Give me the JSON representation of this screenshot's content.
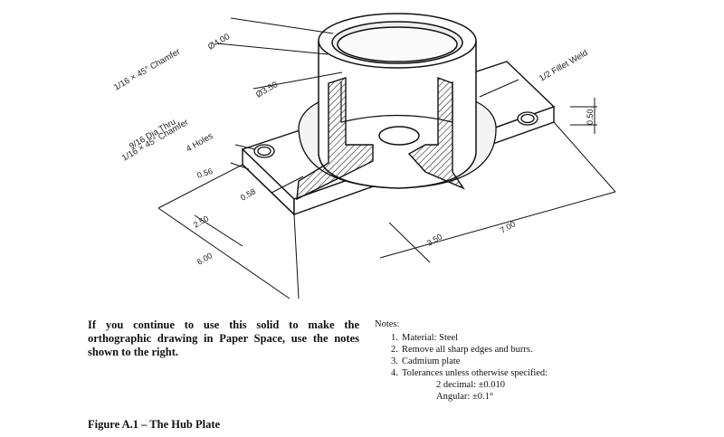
{
  "figure": {
    "callouts": {
      "chamfer_top": "1/16 × 45° Chamfer",
      "dia_outer": "Ø4.00",
      "dia_inner": "Ø3.50",
      "holes_line1": "9/16 Dia Thru",
      "holes_line2": "1/16 × 45° Chamfer",
      "holes_line3": "4 Holes",
      "fillet": "1/2 Fillet Weld"
    },
    "dimensions": {
      "d_050": "0.50",
      "d_056": "0.56",
      "d_058": "0.58",
      "d_250": "2.50",
      "d_600": "6.00",
      "d_350": "3.50",
      "d_700": "7.00"
    }
  },
  "paragraph": "If you continue to use this solid to make the orthographic drawing in Paper Space, use the notes shown to the right.",
  "notes": {
    "header": "Notes:",
    "items": [
      {
        "num": "1.",
        "text": "Material: Steel"
      },
      {
        "num": "2.",
        "text": "Remove all sharp edges and burrs."
      },
      {
        "num": "3.",
        "text": "Cadmium plate"
      },
      {
        "num": "4.",
        "text": "Tolerances unless otherwise specified:"
      }
    ],
    "sub1": "2 decimal: ±0.010",
    "sub2": "Angular: ±0.1°"
  },
  "caption": "Figure A.1 – The Hub Plate"
}
